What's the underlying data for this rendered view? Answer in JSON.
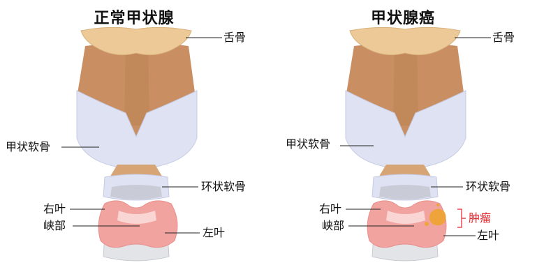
{
  "panels": [
    {
      "title": "正常甲状腺",
      "labels": {
        "hyoid": "舌骨",
        "thyroid_cartilage": "甲状软骨",
        "cricoid_cartilage": "环状软骨",
        "right_lobe": "右叶",
        "isthmus": "峡部",
        "left_lobe": "左叶"
      }
    },
    {
      "title": "甲状腺癌",
      "labels": {
        "hyoid": "舌骨",
        "thyroid_cartilage": "甲状软骨",
        "cricoid_cartilage": "环状软骨",
        "right_lobe": "右叶",
        "isthmus": "峡部",
        "left_lobe": "左叶",
        "tumor": "肿瘤"
      }
    }
  ],
  "colors": {
    "hyoid": "#ecc997",
    "larynx_front": "#c98e62",
    "cartilage": "#dfe2f3",
    "trachea": "#e4e6ea",
    "thyroid": "#f1a3a0",
    "tumor": "#eea43a",
    "tumor_label": "#e8232a"
  }
}
